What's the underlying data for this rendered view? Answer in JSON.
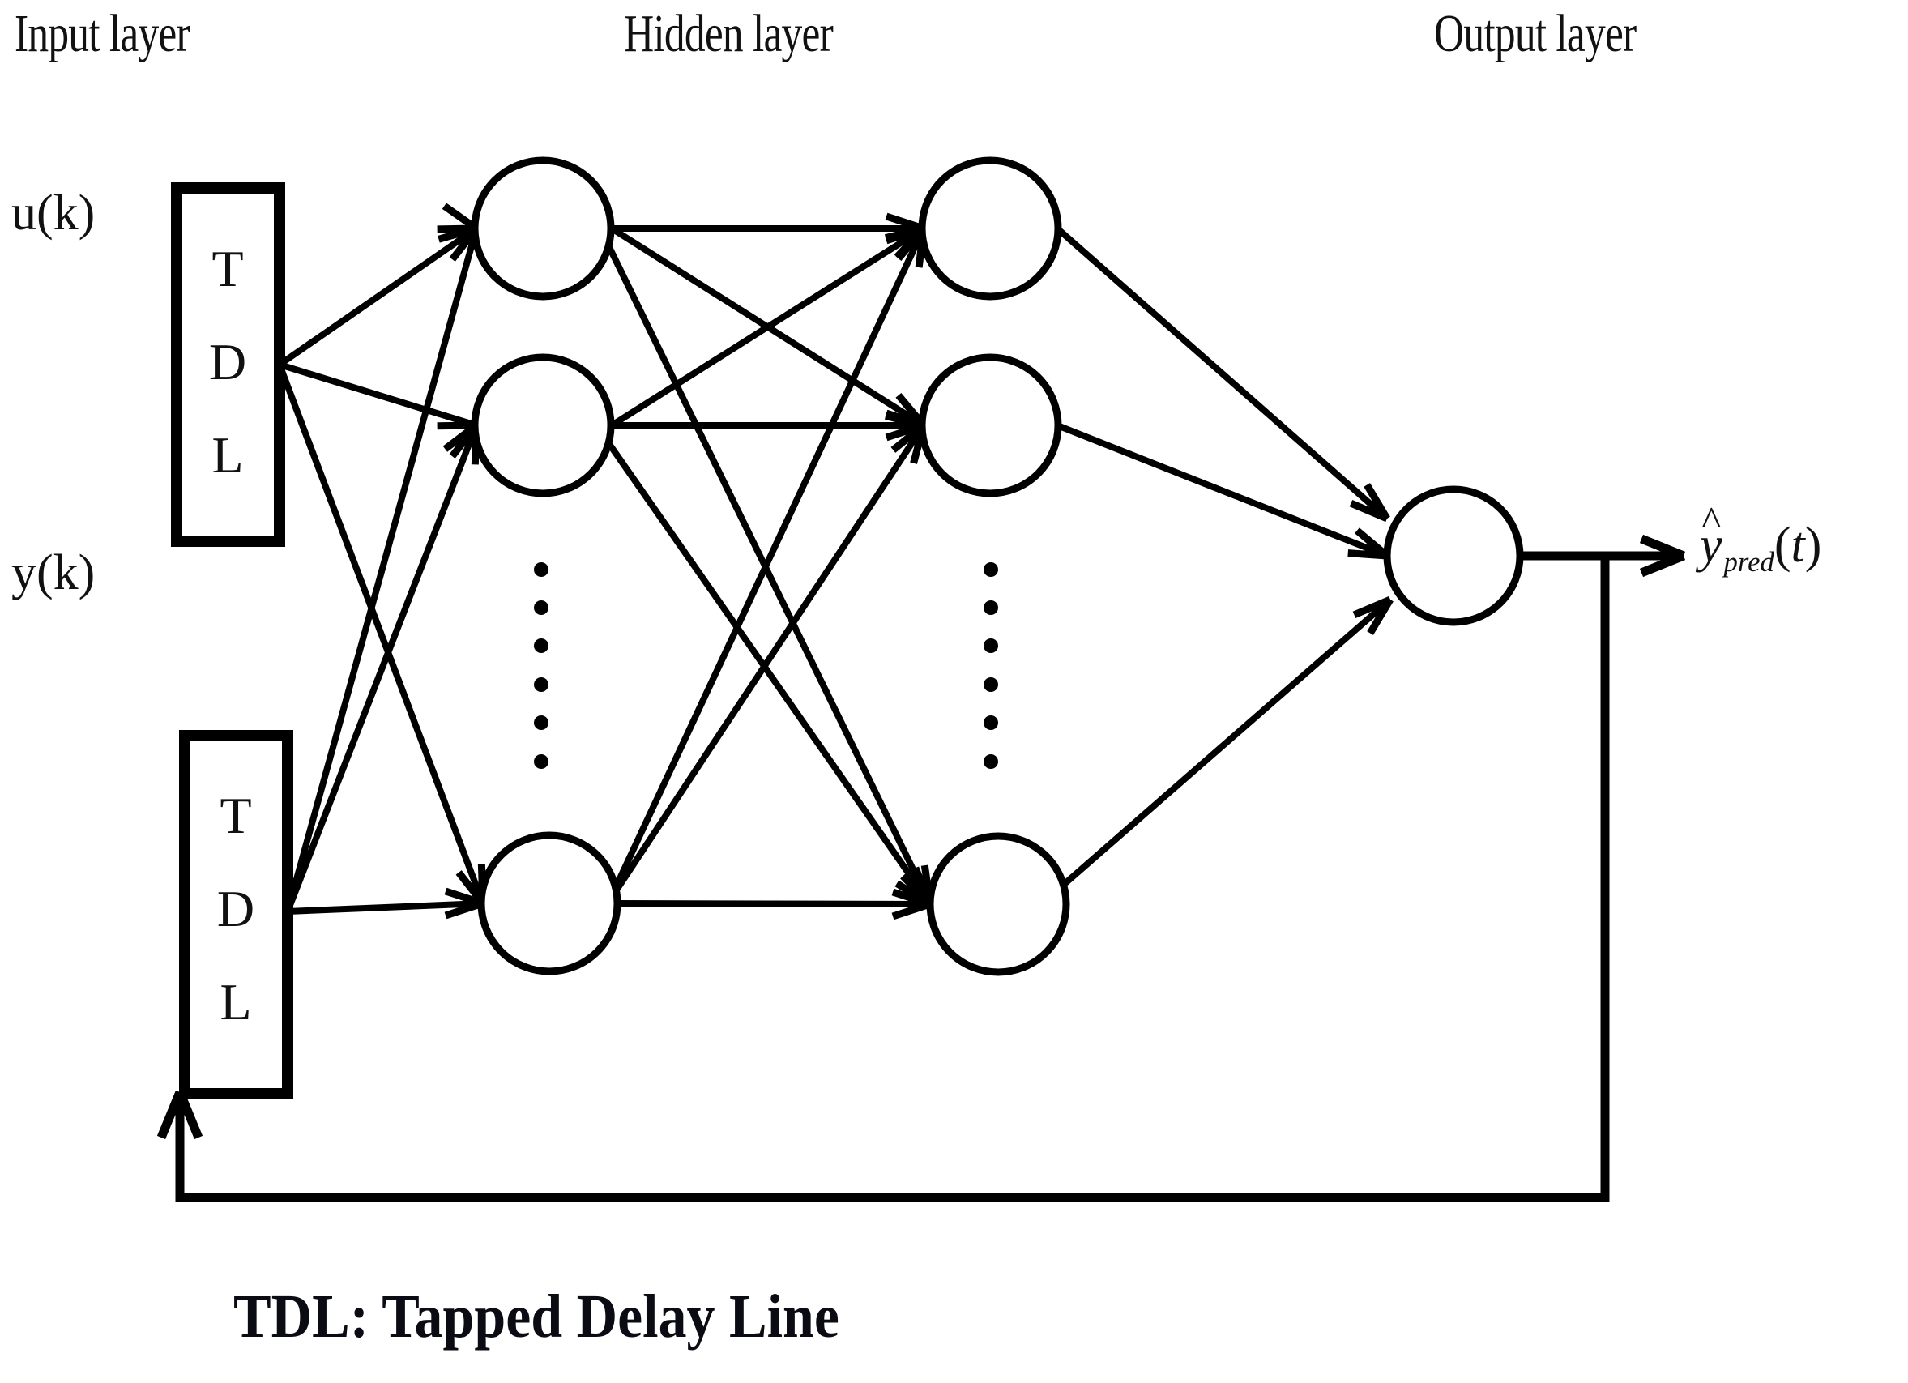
{
  "diagram": {
    "type": "neural-network-architecture",
    "titles": {
      "input_layer": "Input layer",
      "hidden_layer": "Hidden layer",
      "output_layer": "Output layer"
    },
    "inputs": [
      {
        "id": "u",
        "label": "u(k)",
        "tdl_text": "TDL",
        "tdl_letters": [
          "T",
          "D",
          "L"
        ]
      },
      {
        "id": "y",
        "label": "y(k)",
        "tdl_text": "TDL",
        "tdl_letters": [
          "T",
          "D",
          "L"
        ]
      }
    ],
    "output": {
      "symbol": "y",
      "hat": "^",
      "subscript": "pred",
      "argument": "t",
      "open_paren": "(",
      "close_paren": ")",
      "full_text": "ŷ_pred (t)"
    },
    "ellipsis": {
      "dot_count": 6,
      "meaning": "more-neurons"
    },
    "caption": "TDL: Tapped Delay Line",
    "colors": {
      "stroke": "#000000",
      "fill": "#ffffff",
      "text": "#111111",
      "caption": "#0b0b14",
      "background": "#ffffff"
    },
    "layers": [
      {
        "name": "hidden-1",
        "visible_neurons": 3,
        "has_ellipsis": true
      },
      {
        "name": "hidden-2",
        "visible_neurons": 3,
        "has_ellipsis": true
      },
      {
        "name": "output",
        "visible_neurons": 1,
        "has_ellipsis": false
      }
    ],
    "feedback": {
      "from": "output-neuron",
      "to": "y-tdl-block",
      "direction": "up"
    }
  }
}
